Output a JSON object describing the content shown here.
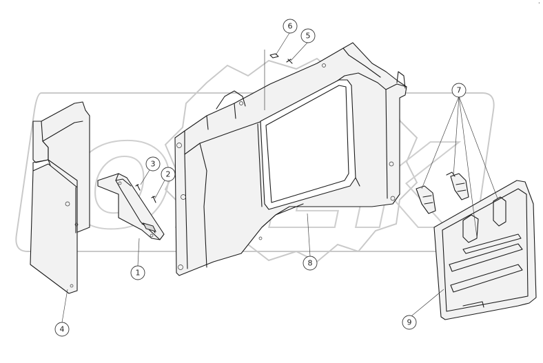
{
  "diagram": {
    "watermark_text": "OPEK",
    "corner_mark": "•"
  },
  "callouts": [
    {
      "id": "c1",
      "label": "1"
    },
    {
      "id": "c2",
      "label": "2"
    },
    {
      "id": "c3",
      "label": "3"
    },
    {
      "id": "c4",
      "label": "4"
    },
    {
      "id": "c5",
      "label": "5"
    },
    {
      "id": "c6",
      "label": "6"
    },
    {
      "id": "c7",
      "label": "7"
    },
    {
      "id": "c8",
      "label": "8"
    },
    {
      "id": "c9",
      "label": "9"
    }
  ],
  "colors": {
    "line": "#1a1a1a",
    "watermark": "#c9c9c9",
    "panel_fill": "#f2f2f2"
  }
}
